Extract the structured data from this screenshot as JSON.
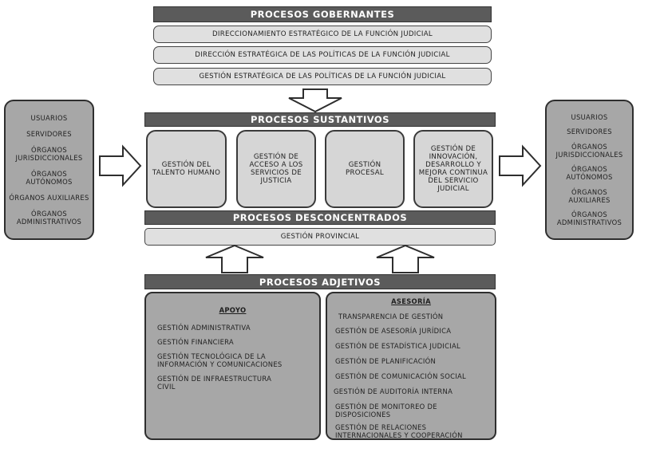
{
  "gobernantes": {
    "title": "PROCESOS GOBERNANTES",
    "items": [
      "DIRECCIONAMIENTO ESTRATÉGICO DE LA FUNCIÓN JUDICIAL",
      "DIRECCIÓN ESTRATÉGICA DE LAS POLÍTICAS DE LA FUNCIÓN JUDICIAL",
      "GESTIÓN ESTRATÉGICA DE LAS POLÍTICAS DE LA FUNCIÓN JUDICIAL"
    ]
  },
  "sustantivos": {
    "title": "PROCESOS SUSTANTIVOS",
    "boxes": [
      "GESTIÓN DEL TALENTO HUMANO",
      "GESTIÓN DE ACCESO A LOS SERVICIOS DE JUSTICIA",
      "GESTIÓN PROCESAL",
      "GESTIÓN DE INNOVACIÓN, DESARROLLO Y MEJORA CONTINUA DEL SERVICIO JUDICIAL"
    ]
  },
  "desconcentrados": {
    "title": "PROCESOS DESCONCENTRADOS",
    "item": "GESTIÓN PROVINCIAL"
  },
  "adjetivos": {
    "title": "PROCESOS ADJETIVOS",
    "apoyo": {
      "title": "APOYO",
      "items": [
        "GESTIÓN ADMINISTRATIVA",
        "GESTIÓN FINANCIERA",
        "GESTIÓN TECNOLÓGICA DE LA INFORMACIÓN Y COMUNICACIONES",
        "GESTIÓN DE INFRAESTRUCTURA CIVIL"
      ]
    },
    "asesoria": {
      "title": "ASESORÍA",
      "items": [
        "TRANSPARENCIA DE GESTIÓN",
        "GESTIÓN DE ASESORÍA JURÍDICA",
        "GESTIÓN DE ESTADÍSTICA JUDICIAL",
        "GESTIÓN DE PLANIFICACIÓN",
        "GESTIÓN DE COMUNICACIÓN SOCIAL",
        "GESTIÓN DE AUDITORÍA INTERNA",
        "GESTIÓN DE MONITOREO DE DISPOSICIONES",
        "GESTIÓN DE RELACIONES INTERNACIONALES Y COOPERACIÓN"
      ]
    }
  },
  "left_side": [
    "USUARIOS",
    "SERVIDORES",
    "ÓRGANOS JURISDICCIONALES",
    "ÓRGANOS AUTÓNOMOS",
    "ÓRGANOS AUXILIARES",
    "ÓRGANOS ADMINISTRATIVOS"
  ],
  "right_side": [
    "USUARIOS",
    "SERVIDORES",
    "ÓRGANOS JURISDICCIONALES",
    "ÓRGANOS AUTÓNOMOS",
    "ÓRGANOS AUXILIARES",
    "ÓRGANOS ADMINISTRATIVOS"
  ]
}
